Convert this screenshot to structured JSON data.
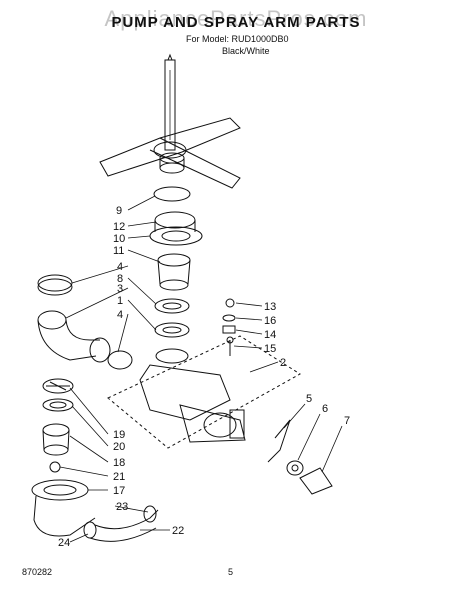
{
  "header": {
    "title": "PUMP AND SPRAY ARM PARTS",
    "model_line": "For Model: RUD1000DB0",
    "color_line": "Black/White",
    "watermark": "AppliancePartsPros.com"
  },
  "callouts": [
    "9",
    "12",
    "10",
    "11",
    "4",
    "8",
    "3",
    "1",
    "4",
    "13",
    "16",
    "14",
    "15",
    "2",
    "5",
    "6",
    "7",
    "19",
    "20",
    "18",
    "21",
    "17",
    "23",
    "22",
    "24"
  ],
  "footer": {
    "code": "870282",
    "page": "5"
  }
}
